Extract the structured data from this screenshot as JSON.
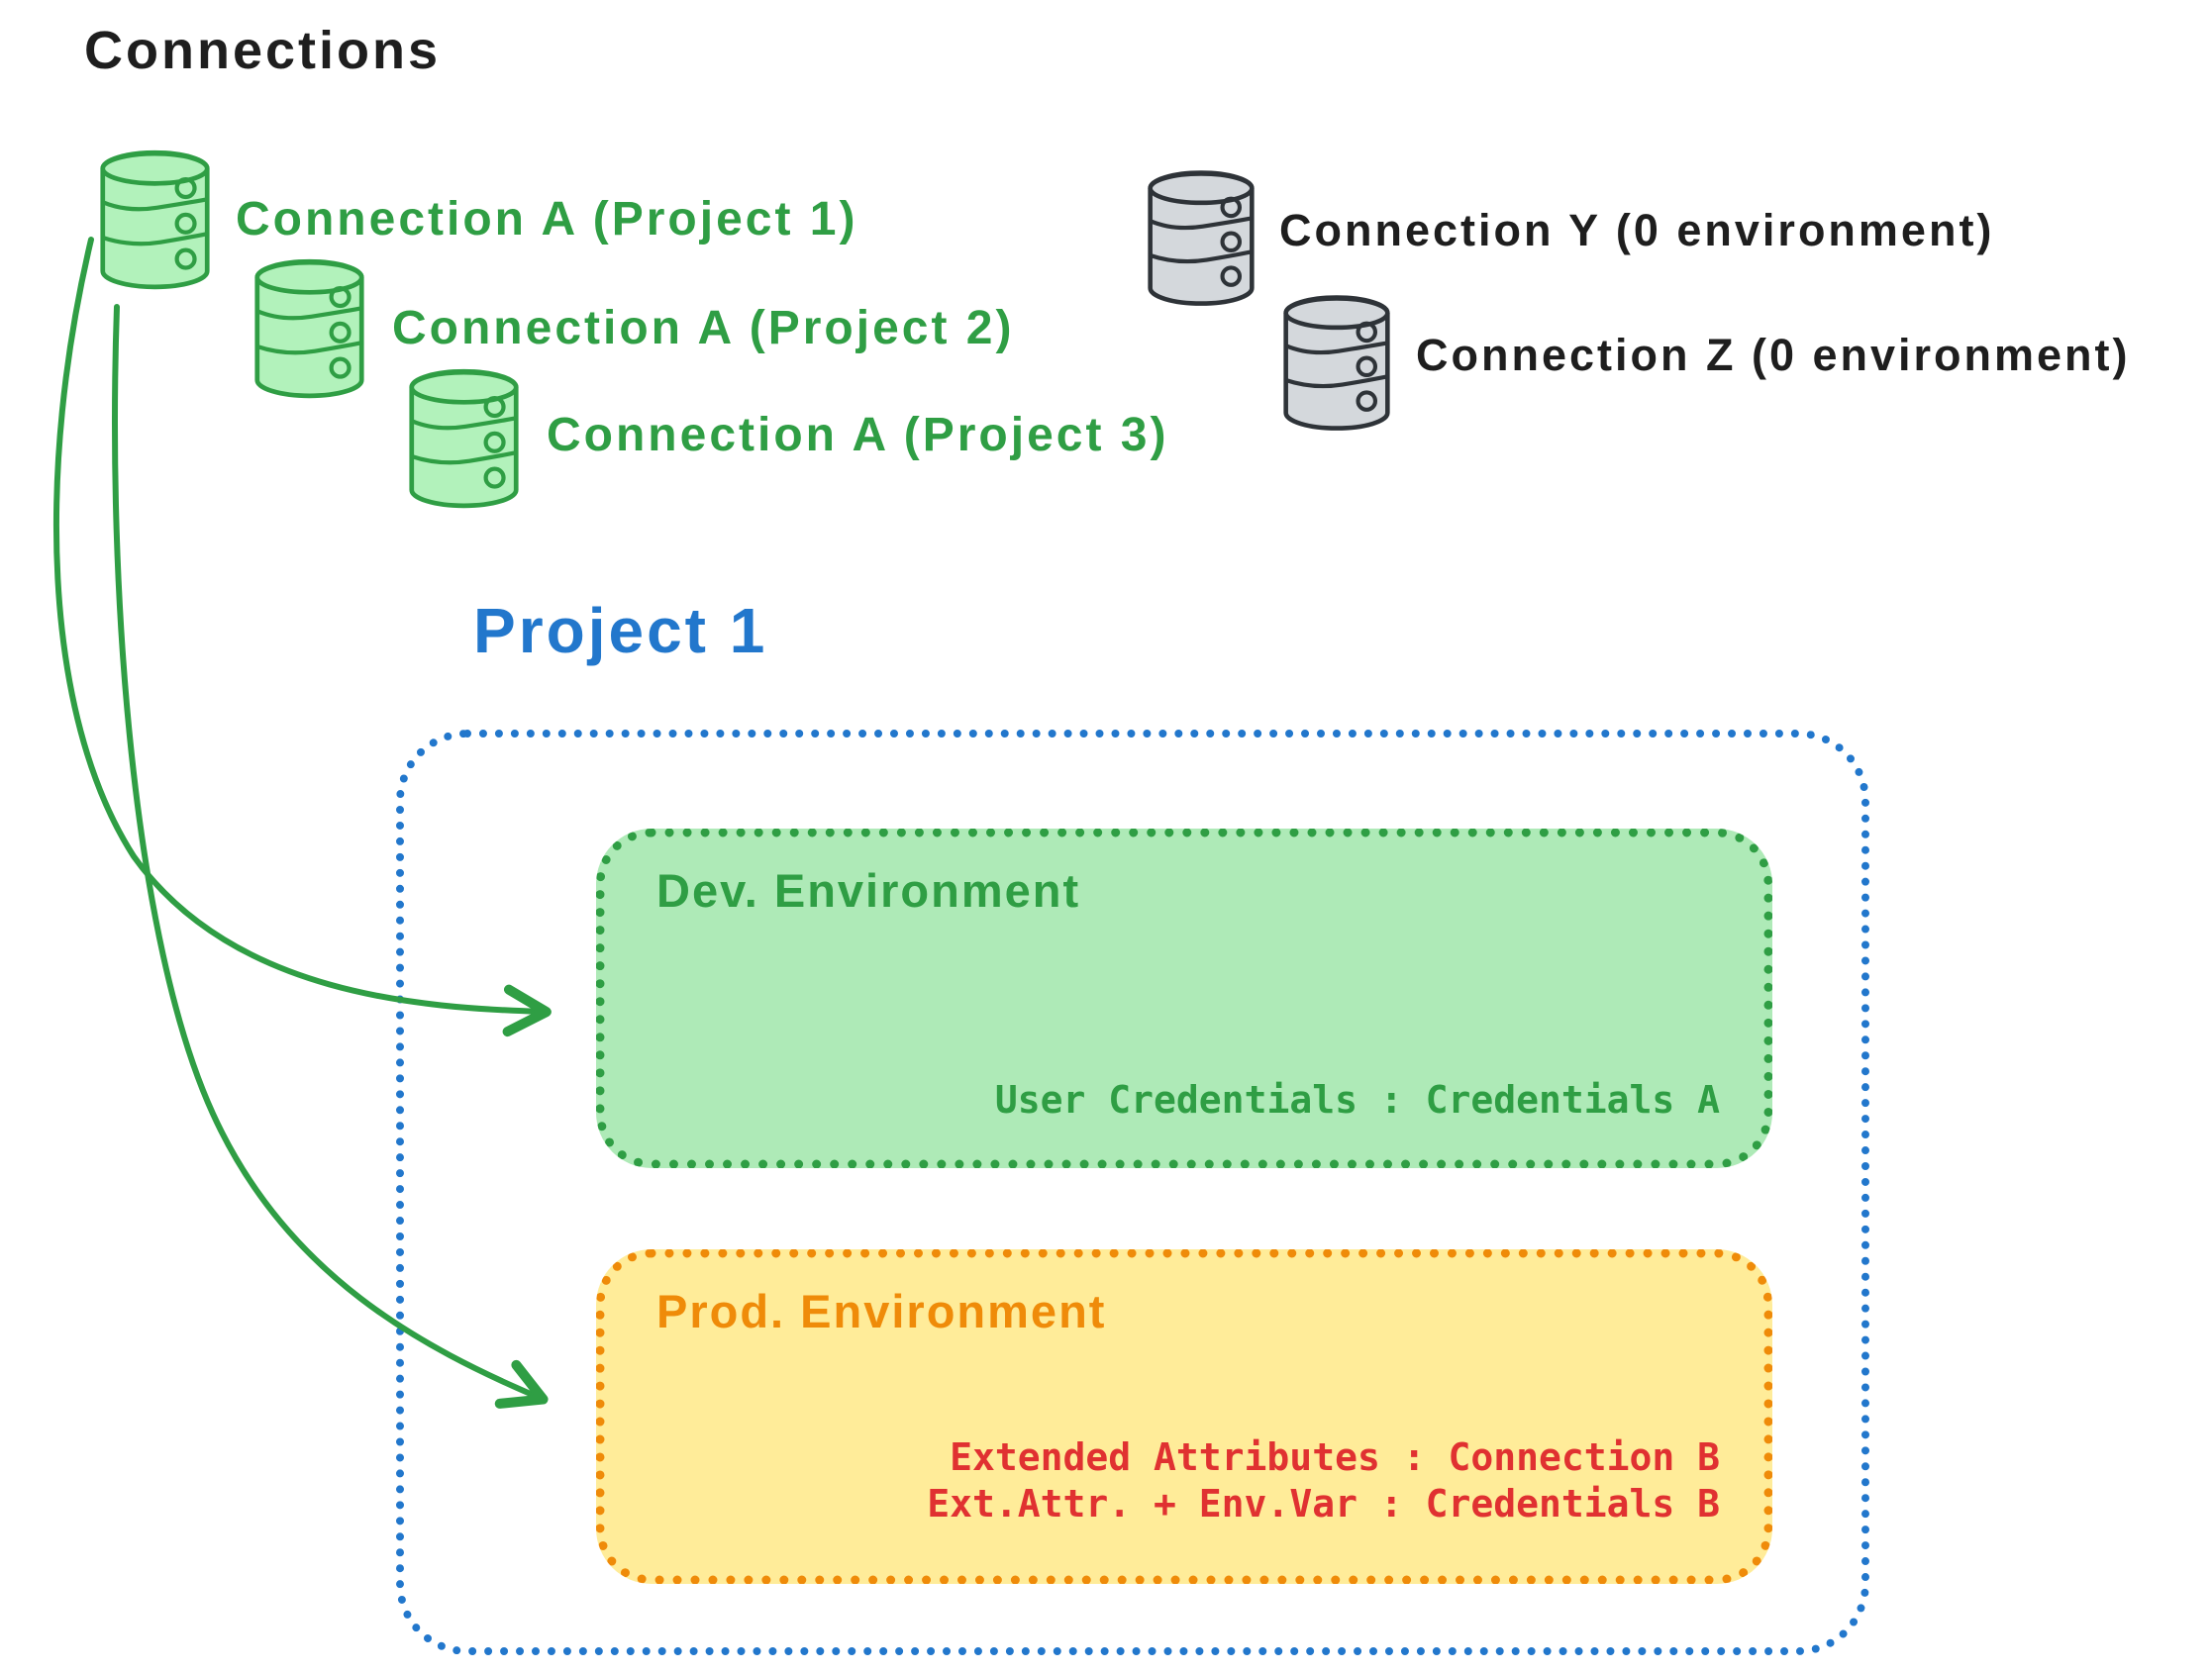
{
  "title": "Connections",
  "colors": {
    "ink": "#1e1e1e",
    "green": "#2f9e44",
    "green_fill": "#aeeab7",
    "green_icon_fill": "#b2f2bb",
    "blue": "#2277cc",
    "orange": "#ef8b09",
    "yellow_fill": "#ffec99",
    "red": "#e03131",
    "gray_fill": "#d4d8dc"
  },
  "connections": {
    "project_items": [
      {
        "label": "Connection A (Project 1)"
      },
      {
        "label": "Connection A (Project 2)"
      },
      {
        "label": "Connection A (Project 3)"
      }
    ],
    "unassigned_items": [
      {
        "label": "Connection Y (0 environment)"
      },
      {
        "label": "Connection Z (0 environment)"
      }
    ]
  },
  "project": {
    "title": "Project 1",
    "environments": [
      {
        "name": "Dev. Environment",
        "lines": [
          "User Credentials : Credentials A"
        ]
      },
      {
        "name": "Prod. Environment",
        "lines": [
          "Extended Attributes : Connection B",
          "Ext.Attr. + Env.Var : Credentials B"
        ]
      }
    ]
  }
}
